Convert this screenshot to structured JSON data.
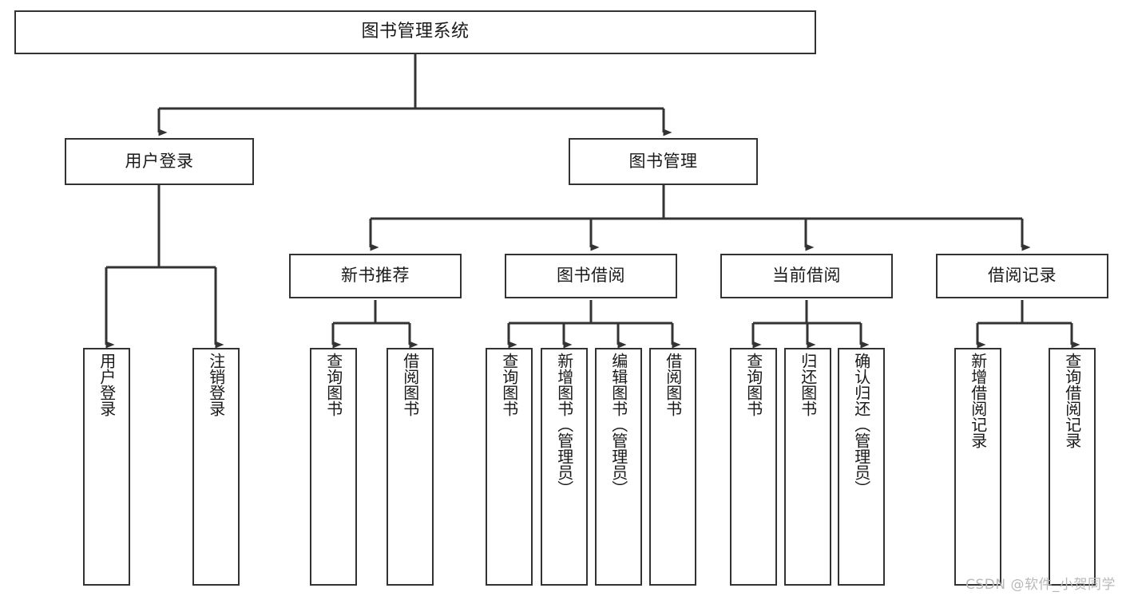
{
  "diagram": {
    "title": "图书管理系统",
    "watermark": "CSDN @软件_小贺同学",
    "line_color": "#333333",
    "box_fill": "#ffffff",
    "text_color": "#1a1a1a",
    "nodes": {
      "root": {
        "label": "图书管理系统"
      },
      "level2": [
        {
          "label": "用户登录"
        },
        {
          "label": "图书管理"
        }
      ],
      "level3": [
        {
          "label": "新书推荐"
        },
        {
          "label": "图书借阅"
        },
        {
          "label": "当前借阅"
        },
        {
          "label": "借阅记录"
        }
      ],
      "leaves": {
        "user_login": [
          {
            "label": "用户登录"
          },
          {
            "label": "注销登录"
          }
        ],
        "new_book_recommend": [
          {
            "label": "查询图书"
          },
          {
            "label": "借阅图书"
          }
        ],
        "book_borrow": [
          {
            "label": "查询图书"
          },
          {
            "label": "新增图书（管理员）"
          },
          {
            "label": "编辑图书（管理员）"
          },
          {
            "label": "借阅图书"
          }
        ],
        "current_borrow": [
          {
            "label": "查询图书"
          },
          {
            "label": "归还图书"
          },
          {
            "label": "确认归还（管理员）"
          }
        ],
        "borrow_record": [
          {
            "label": "新增借阅记录"
          },
          {
            "label": "查询借阅记录"
          }
        ]
      }
    }
  }
}
